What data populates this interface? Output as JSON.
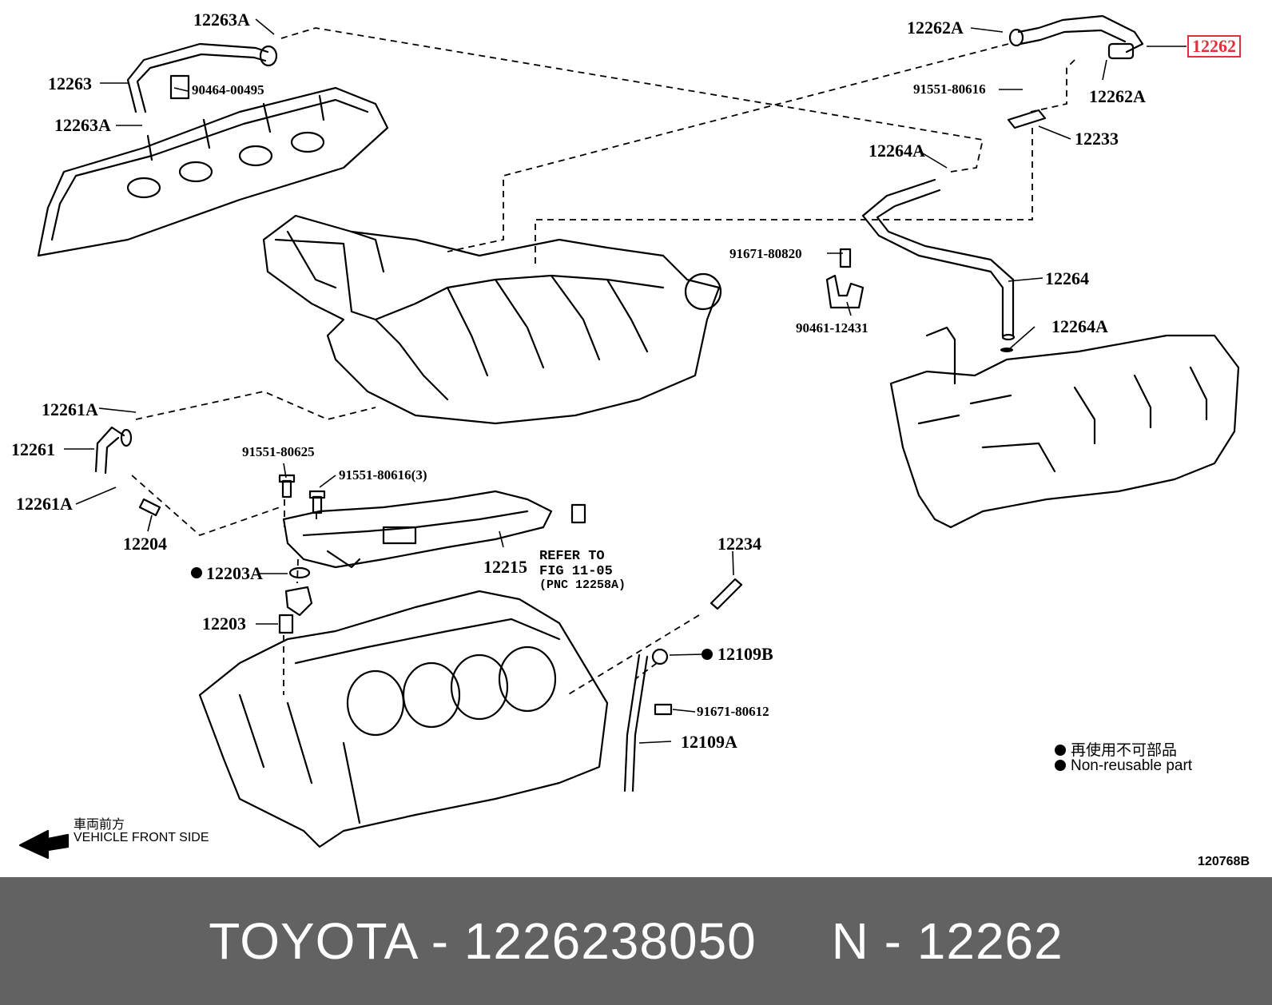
{
  "callouts": {
    "c12263A_top": "12263A",
    "c12263": "12263",
    "c90464": "90464-00495",
    "c12263A_bottom": "12263A",
    "c12262A_left": "12262A",
    "c12262": "12262",
    "c91551_80616": "91551-80616",
    "c12262A_right": "12262A",
    "c12233": "12233",
    "c12264A_top": "12264A",
    "c91671_80820": "91671-80820",
    "c12264": "12264",
    "c90461": "90461-12431",
    "c12264A_bottom": "12264A",
    "c12261A_top": "12261A",
    "c12261": "12261",
    "c12261A_bottom": "12261A",
    "c12204": "12204",
    "c91551_80625": "91551-80625",
    "c91551_80616_3": "91551-80616(3)",
    "c12215": "12215",
    "c12203A": "12203A",
    "c12203": "12203",
    "c12234": "12234",
    "c12109B": "12109B",
    "c91671_80612": "91671-80612",
    "c12109A": "12109A"
  },
  "refer": {
    "line1": "REFER TO",
    "line2": "FIG 11-05",
    "line3": "(PNC 12258A)"
  },
  "legend": {
    "jp": "再使用不可部品",
    "en": "Non-reusable part"
  },
  "front": {
    "jp": "車両前方",
    "en": "VEHICLE FRONT SIDE"
  },
  "diagram_code": "120768B",
  "footer": {
    "text": "TOYOTA - 1226238050     N - 12262"
  },
  "colors": {
    "highlight": "#e0303a",
    "footer_bg": "#626262",
    "footer_text": "#ffffff"
  }
}
